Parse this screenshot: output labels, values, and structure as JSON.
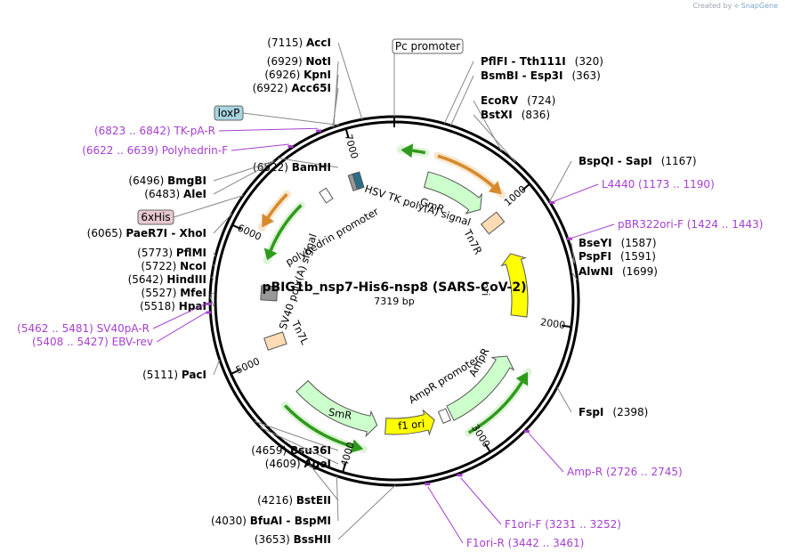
{
  "watermark": {
    "prefix": "Created by",
    "brand": "SnapGene"
  },
  "plasmid": {
    "name": "pBIG1b_nsp7-His6-nsp8 (SARS-CoV-2)",
    "length_label": "7319 bp",
    "length": 7319
  },
  "colors": {
    "primer": "#a640cf",
    "orange": "#d7892b",
    "green": "#2f9a1c",
    "yellow": "#ffff00",
    "lightgreen": "#ccffcc",
    "peach": "#ffdcb4",
    "teal": "#2a6e88",
    "loxp": "#a8d4e0",
    "his": "#e8c8d0"
  },
  "ticks": [
    {
      "value": 1000,
      "label": "1000"
    },
    {
      "value": 2000,
      "label": "2000"
    },
    {
      "value": 3000,
      "label": "3000"
    },
    {
      "value": 4000,
      "label": "4000"
    },
    {
      "value": 5000,
      "label": "5000"
    },
    {
      "value": 6000,
      "label": "6000"
    },
    {
      "value": 7000,
      "label": "7000"
    }
  ],
  "sites_right": [
    {
      "name": "PflFI",
      "name2": "Tth111I",
      "pos": "(320)",
      "bp": 320
    },
    {
      "name": "BsmBI",
      "name2": "Esp3I",
      "pos": "(363)",
      "bp": 363
    },
    {
      "name": "EcoRV",
      "name2": "",
      "pos": "(724)",
      "bp": 724
    },
    {
      "name": "BstXI",
      "name2": "",
      "pos": "(836)",
      "bp": 836
    },
    {
      "name": "BspQI",
      "name2": "SapI",
      "pos": "(1167)",
      "bp": 1167
    },
    {
      "name": "BseYI",
      "name2": "",
      "pos": "(1587)",
      "bp": 1587
    },
    {
      "name": "PspFI",
      "name2": "",
      "pos": "(1591)",
      "bp": 1591
    },
    {
      "name": "AlwNI",
      "name2": "",
      "pos": "(1699)",
      "bp": 1699
    },
    {
      "name": "FspI",
      "name2": "",
      "pos": "(2398)",
      "bp": 2398
    }
  ],
  "sites_left": [
    {
      "name": "AccI",
      "name2": "",
      "pos": "(7115)",
      "bp": 7115
    },
    {
      "name": "NotI",
      "name2": "",
      "pos": "(6929)",
      "bp": 6929
    },
    {
      "name": "KpnI",
      "name2": "",
      "pos": "(6926)",
      "bp": 6926
    },
    {
      "name": "Acc65I",
      "name2": "",
      "pos": "(6922)",
      "bp": 6922
    },
    {
      "name": "BamHI",
      "name2": "",
      "pos": "(6522)",
      "bp": 6522
    },
    {
      "name": "BmgBI",
      "name2": "",
      "pos": "(6496)",
      "bp": 6496
    },
    {
      "name": "AleI",
      "name2": "",
      "pos": "(6483)",
      "bp": 6483
    },
    {
      "name": "PaeR7I",
      "name2": "XhoI",
      "pos": "(6065)",
      "bp": 6065
    },
    {
      "name": "PflMI",
      "name2": "",
      "pos": "(5773)",
      "bp": 5773
    },
    {
      "name": "NcoI",
      "name2": "",
      "pos": "(5722)",
      "bp": 5722
    },
    {
      "name": "HindIII",
      "name2": "",
      "pos": "(5642)",
      "bp": 5642
    },
    {
      "name": "MfeI",
      "name2": "",
      "pos": "(5527)",
      "bp": 5527
    },
    {
      "name": "HpaI",
      "name2": "",
      "pos": "(5518)",
      "bp": 5518
    },
    {
      "name": "PacI",
      "name2": "",
      "pos": "(5111)",
      "bp": 5111
    },
    {
      "name": "Bsu36I",
      "name2": "",
      "pos": "(4659)",
      "bp": 4659
    },
    {
      "name": "AgeI",
      "name2": "",
      "pos": "(4609)",
      "bp": 4609
    },
    {
      "name": "BstEII",
      "name2": "",
      "pos": "(4216)",
      "bp": 4216
    },
    {
      "name": "BfuAI",
      "name2": "BspMI",
      "pos": "(4030)",
      "bp": 4030
    },
    {
      "name": "BssHII",
      "name2": "",
      "pos": "(3653)",
      "bp": 3653
    }
  ],
  "primers": [
    {
      "name": "TK-pA-R",
      "range": "(6823 .. 6842)",
      "bp": 6832
    },
    {
      "name": "Polyhedrin-F",
      "range": "(6622 .. 6639)",
      "bp": 6630
    },
    {
      "name": "L4440",
      "range": "(1173 .. 1190)",
      "bp": 1181
    },
    {
      "name": "pBR322ori-F",
      "range": "(1424 .. 1443)",
      "bp": 1433
    },
    {
      "name": "SV40pA-R",
      "range": "(5462 .. 5481)",
      "bp": 5471
    },
    {
      "name": "EBV-rev",
      "range": "(5408 .. 5427)",
      "bp": 5417
    },
    {
      "name": "Amp-R",
      "range": "(2726 .. 2745)",
      "bp": 2735
    },
    {
      "name": "F1ori-F",
      "range": "(3231 .. 3252)",
      "bp": 3241
    },
    {
      "name": "F1ori-R",
      "range": "(3442 .. 3461)",
      "bp": 3451
    }
  ],
  "boxed_labels": [
    {
      "label": "Pc promoter",
      "bp": 0
    },
    {
      "label": "loxP",
      "bp": 6965
    },
    {
      "label": "6xHis",
      "bp": 6200
    }
  ],
  "features": [
    {
      "label": "GmR",
      "start": 300,
      "end": 880,
      "dir": "cw"
    },
    {
      "label": "Tn7R",
      "start": 950,
      "end": 1150
    },
    {
      "label": "ori",
      "start": 1380,
      "end": 1970,
      "dir": "ccw"
    },
    {
      "label": "AmpR",
      "start": 2360,
      "end": 3120,
      "dir": "ccw"
    },
    {
      "label": "AmpR promoter",
      "start": 3130,
      "end": 3230
    },
    {
      "label": "f1 ori",
      "start": 3280,
      "end": 3740,
      "dir": "ccw"
    },
    {
      "label": "SmR",
      "start": 3820,
      "end": 4620,
      "dir": "ccw"
    },
    {
      "label": "Tn7L",
      "start": 5030,
      "end": 5190
    },
    {
      "label": "SV40 poly(A) signal",
      "start": 5460,
      "end": 5660
    },
    {
      "label": "polyhedrin promoter",
      "start": 6590,
      "end": 6700,
      "dir": "ccw"
    },
    {
      "label": "HSV TK poly(A) signal",
      "start": 6820,
      "end": 7030
    }
  ]
}
